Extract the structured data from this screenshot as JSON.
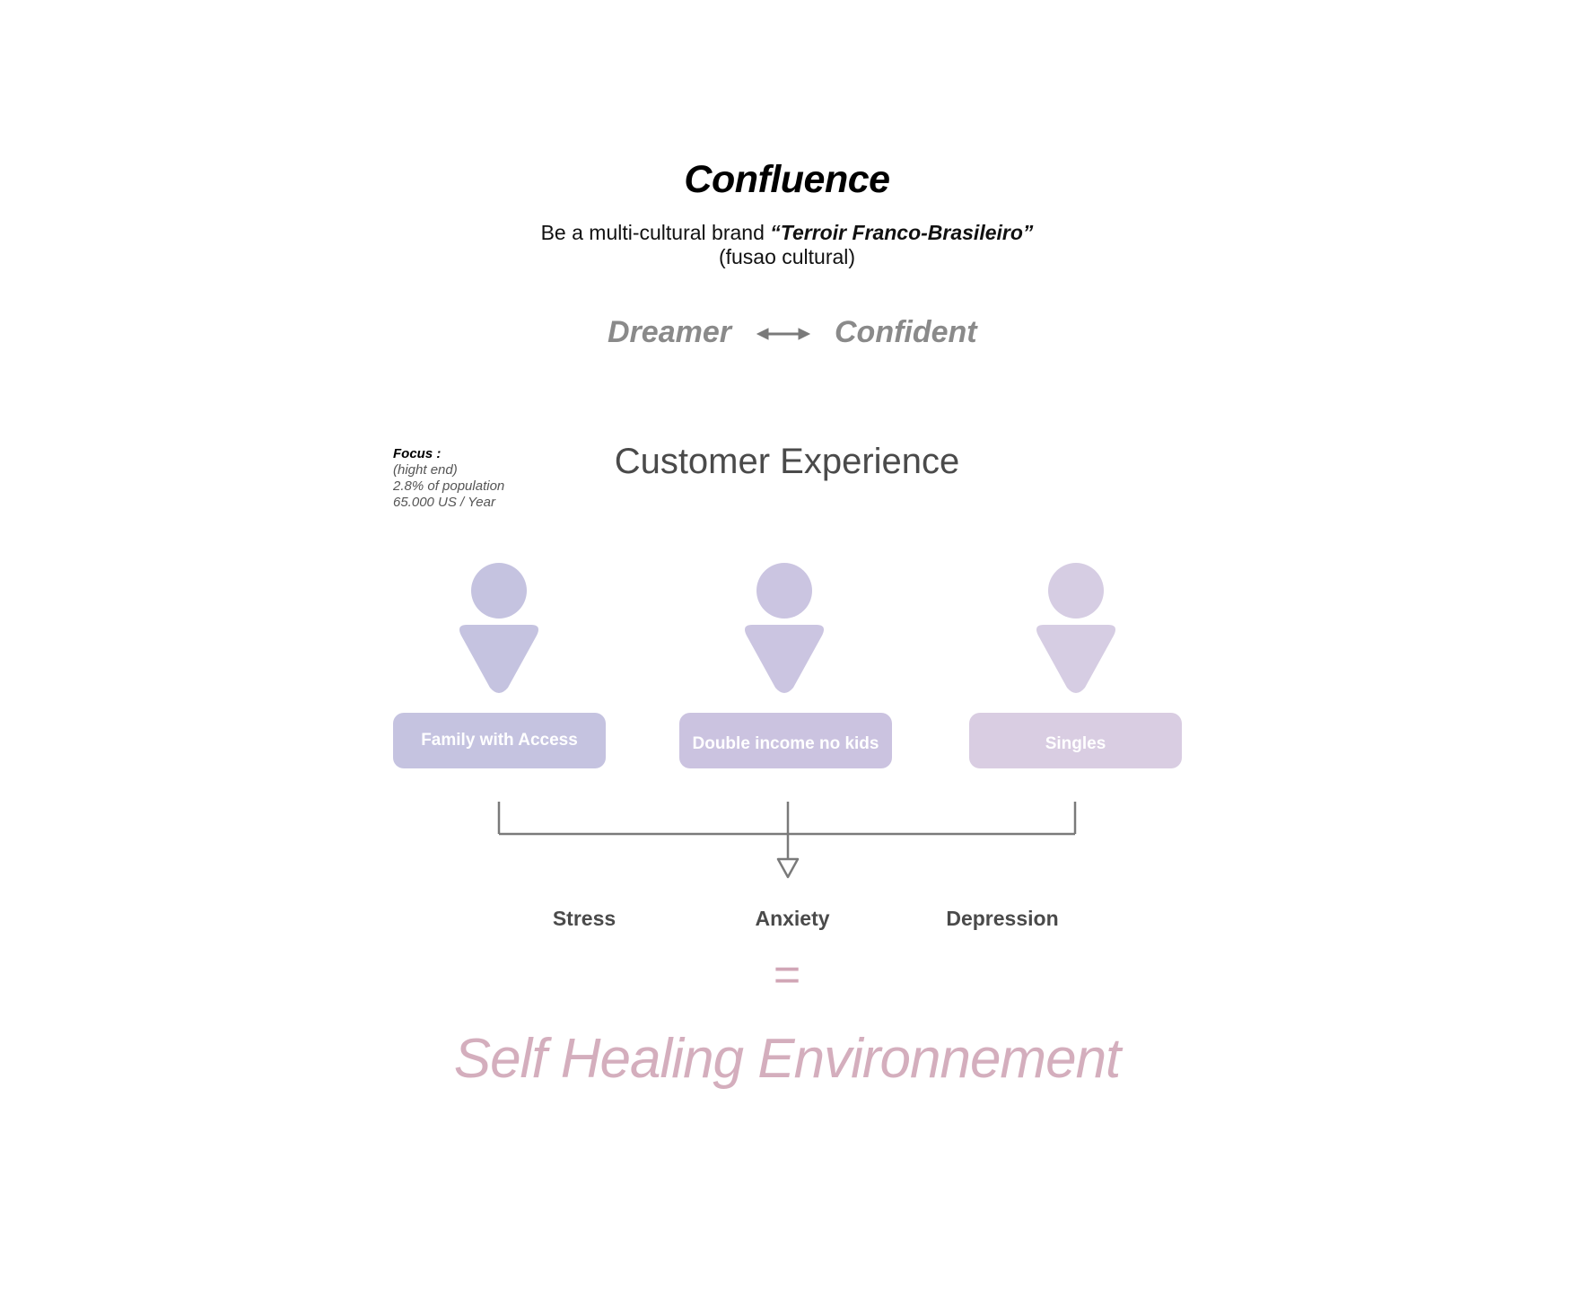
{
  "header": {
    "title": "Confluence",
    "subtitle_prefix": "Be a multi-cultural brand ",
    "subtitle_quote": "“Terroir Franco-Brasileiro”",
    "subtitle_note": "(fusao cultural)"
  },
  "scale": {
    "left": "Dreamer",
    "right": "Confident"
  },
  "focus": {
    "label": "Focus :",
    "lines": [
      "(hight end)",
      "2.8% of population",
      "65.000 US / Year"
    ]
  },
  "section": {
    "title": "Customer Experience"
  },
  "segments": [
    {
      "label": "Family with Access",
      "color": "#c5c3e0"
    },
    {
      "label": "Double income no kids",
      "color": "#cbc3e0"
    },
    {
      "label": "Singles",
      "color": "#d9cde2"
    }
  ],
  "concerns": [
    "Stress",
    "Anxiety",
    "Depression"
  ],
  "result": {
    "equals": "=",
    "tagline": "Self Healing Environnement"
  },
  "colors": {
    "connector": "#7a7a7a",
    "person_1": "#c5c3e0",
    "person_2": "#cbc5e1",
    "person_3": "#d6cde3"
  }
}
